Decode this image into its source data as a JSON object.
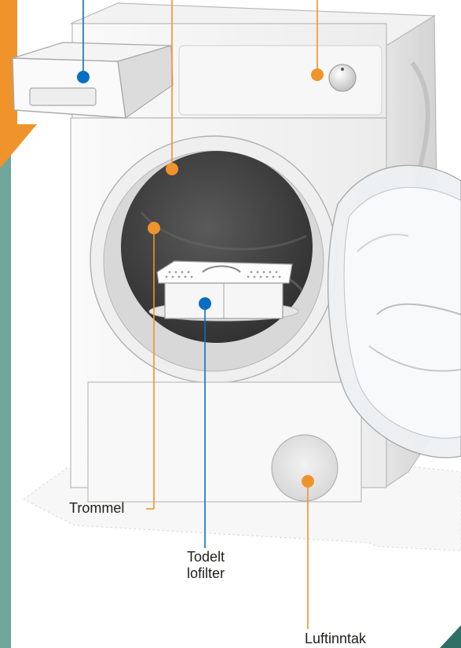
{
  "callouts": {
    "trommel": "Trommel",
    "lofilter_line1": "Todelt",
    "lofilter_line2": "lofilter",
    "luftinntak": "Luftinntak"
  },
  "colors": {
    "teal_band": "#6fa79a",
    "accent_orange": "#f0932b",
    "marker_blue": "#0a6fc2",
    "drum_dark": "#3d3d3d",
    "body_white": "#f4f4f4",
    "outline_grey": "#b9b9b9"
  },
  "icons": {
    "orange_marker": "orange-dot",
    "blue_marker": "blue-dot"
  }
}
